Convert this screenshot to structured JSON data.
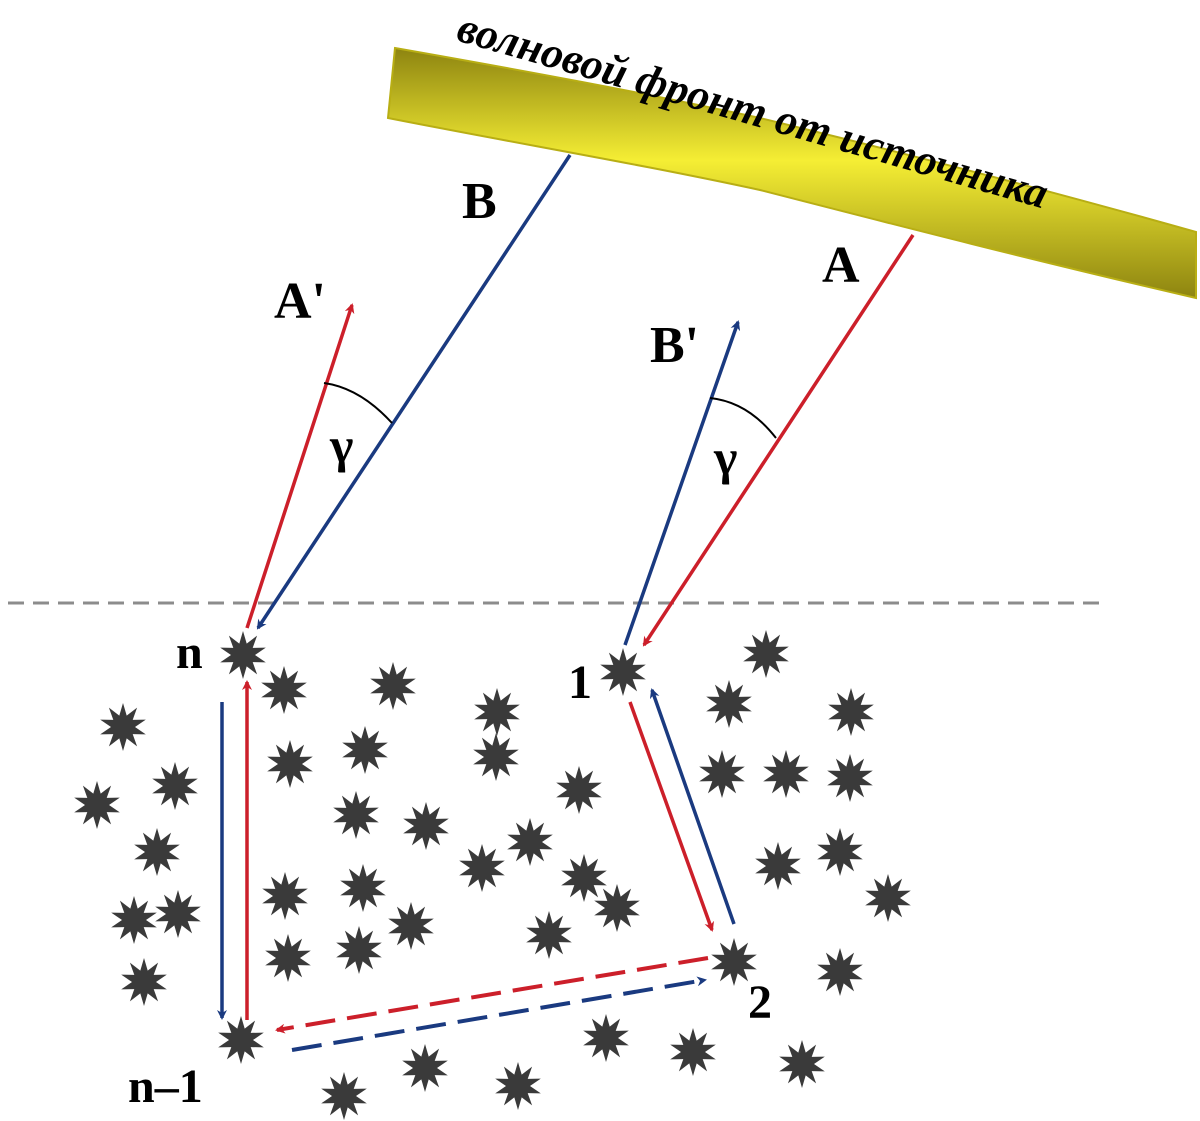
{
  "wavefront": {
    "caption": "волновой фронт от источника",
    "color": "#e7dc1c"
  },
  "labels": {
    "A": "A",
    "B": "B",
    "A_prime": "A'",
    "B_prime": "B'",
    "gamma_left": "γ",
    "gamma_right": "γ",
    "n": "n",
    "one": "1",
    "two": "2",
    "n_minus_1": "n–1"
  },
  "colors": {
    "red_path": "#cc1f2a",
    "blue_path": "#1a3a80",
    "scatterer": "#3a3a3a",
    "surface_line": "#8c8c8c"
  }
}
